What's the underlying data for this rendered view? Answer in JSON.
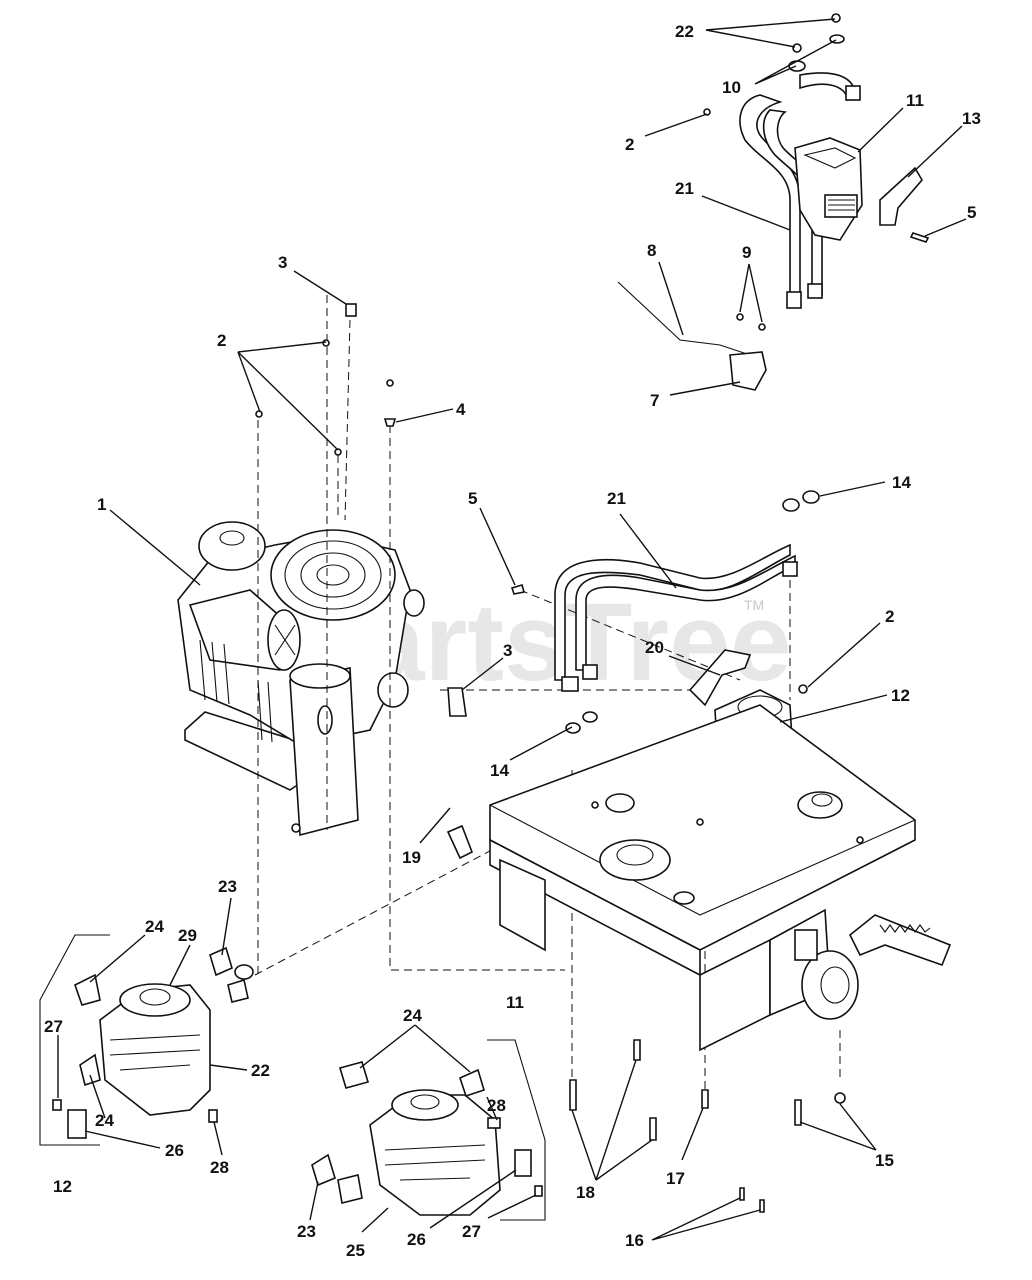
{
  "watermark": {
    "text": "PartsTree",
    "mark": "TM"
  },
  "callouts": {
    "c22a": "22",
    "c10": "10",
    "c11a": "11",
    "c13": "13",
    "c2a": "2",
    "c21a": "21",
    "c5a": "5",
    "c8": "8",
    "c9": "9",
    "c7": "7",
    "c3a": "3",
    "c2b": "2",
    "c4": "4",
    "c1": "1",
    "c5b": "5",
    "c21b": "21",
    "c14a": "14",
    "c3b": "3",
    "c20": "20",
    "c2c": "2",
    "c12a": "12",
    "c14b": "14",
    "c19": "19",
    "c23a": "23",
    "c24a": "24",
    "c29": "29",
    "c27a": "27",
    "c22b": "22",
    "c24b": "24",
    "c26a": "26",
    "c28a": "28",
    "c12b": "12",
    "c24c": "24",
    "c11b": "11",
    "c28b": "28",
    "c23b": "23",
    "c25": "25",
    "c26b": "26",
    "c27b": "27",
    "c18": "18",
    "c17": "17",
    "c15": "15",
    "c16": "16"
  }
}
